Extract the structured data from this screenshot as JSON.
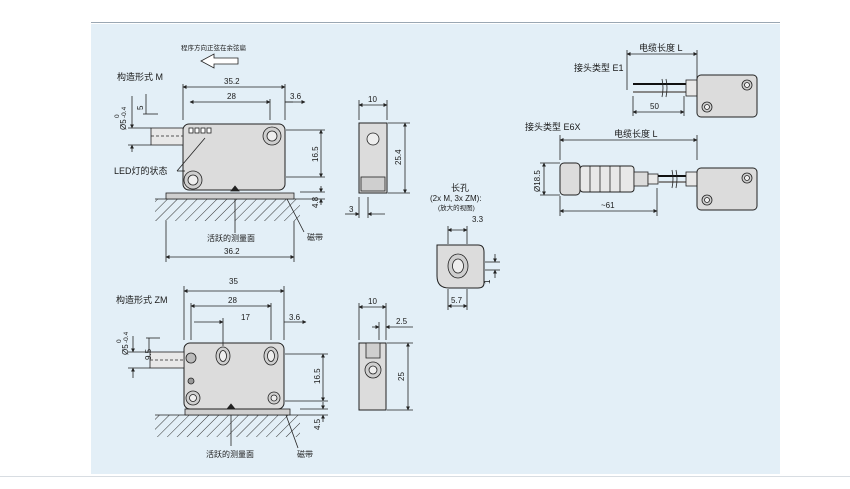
{
  "colors": {
    "panel": "#e3eff7",
    "line": "#222222",
    "body": "#dcdcdc",
    "hatch": "#333333"
  },
  "top_view": {
    "arrow_label": "程序方向正弦在余弦扁",
    "form_label": "构造形式 M",
    "dims": {
      "w352": "35.2",
      "w28": "28",
      "w36": "3.6",
      "d5": "Ø5",
      "d5_tol_up": "0",
      "d5_tol_dn": "-0.4",
      "h5": "5",
      "h165": "16.5",
      "h48": "4.8",
      "w362": "36.2"
    },
    "led_label": "LED灯的状态",
    "active_label": "活跃的测量面",
    "belt_label": "磁带"
  },
  "top_side": {
    "w10": "10",
    "h254": "25.4",
    "w3": "3"
  },
  "slot_detail": {
    "title": "长孔",
    "subtitle": "(2x M, 3x ZM):",
    "note": "(放大的视图)",
    "w33": "3.3",
    "h1": "1",
    "w57": "5.7"
  },
  "bottom_view": {
    "form_label": "构造形式 ZM",
    "dims": {
      "w35": "35",
      "w28": "28",
      "w17": "17",
      "w36": "3.6",
      "d5": "Ø5",
      "d5_tol_up": "0",
      "d5_tol_dn": "-0.4",
      "h95": "9.5",
      "h165": "16.5",
      "h45": "4.5"
    },
    "active_label": "活跃的测量面",
    "belt_label": "磁带"
  },
  "bottom_side": {
    "w10": "10",
    "w25": "2.5",
    "h25": "25"
  },
  "connector_e1": {
    "cable_label": "电缆长度 L",
    "type_label": "接头类型 E1",
    "len50": "50"
  },
  "connector_e6x": {
    "type_label": "接头类型 E6X",
    "cable_label": "电缆长度 L",
    "d185": "Ø18.5",
    "len61": "~61"
  }
}
